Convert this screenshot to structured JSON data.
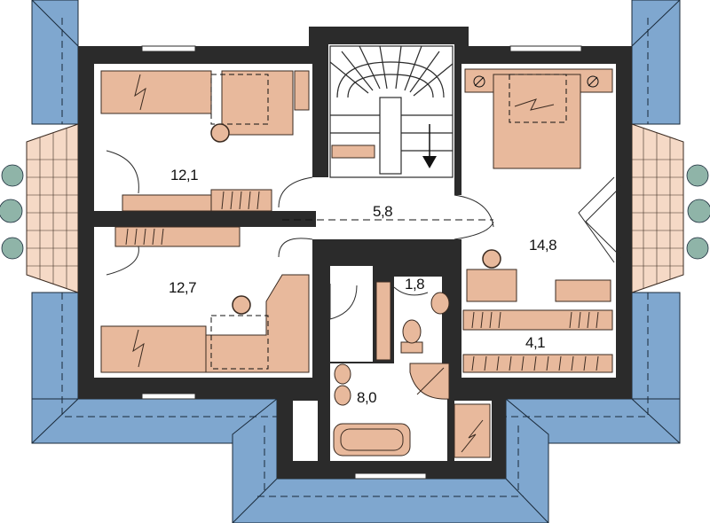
{
  "colors": {
    "roof": "#7fa7cf",
    "roof_line": "#1a2a3a",
    "wall": "#2b2b2b",
    "floor": "#ffffff",
    "furniture": "#e8b99c",
    "furniture_line": "#3a2a20",
    "balcony": "#f5d9c6",
    "plant": "#8fb4a8"
  },
  "icons": [
    "window-icon",
    "door-swing-icon",
    "stair-arrow-icon",
    "plant-icon"
  ],
  "rooms": [
    {
      "id": "bedroom-top-left",
      "area": "12,1"
    },
    {
      "id": "bedroom-bottom-left",
      "area": "12,7"
    },
    {
      "id": "hall",
      "area": "5,8"
    },
    {
      "id": "bedroom-right",
      "area": "14,8"
    },
    {
      "id": "wc",
      "area": "1,8"
    },
    {
      "id": "wardrobe",
      "area": "4,1"
    },
    {
      "id": "bathroom",
      "area": "8,0"
    }
  ]
}
